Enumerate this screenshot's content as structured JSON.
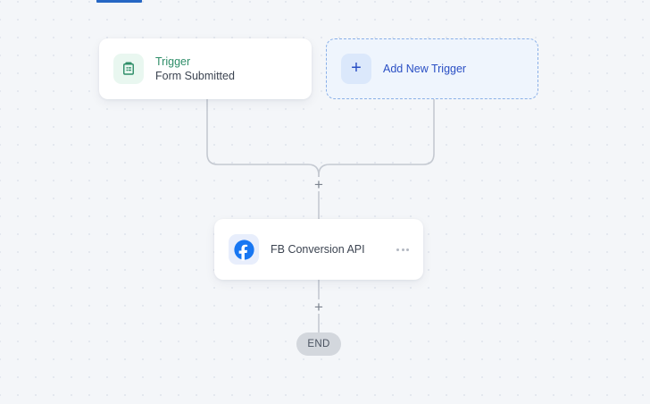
{
  "app": {
    "canvas_background": "#f4f6f9",
    "grid_dot_color": "#e4e8ef"
  },
  "tab_indicator": {
    "name": "active-tab-underline",
    "color": "#2667c4"
  },
  "workflow": {
    "trigger_node": {
      "icon": "clipboard-icon",
      "icon_color": "#2f8e69",
      "icon_background": "#e9f7f0",
      "title": "Trigger",
      "title_color": "#2f8e69",
      "subtitle": "Form Submitted"
    },
    "add_trigger_node": {
      "icon": "plus-icon",
      "label": "Add New Trigger",
      "accent_color": "#2a4fc4",
      "border_color": "#8ab0e8",
      "background": "#eff5fd",
      "plus_glyph": "+"
    },
    "action_node": {
      "icon": "facebook-icon",
      "icon_color": "#1877f2",
      "icon_background": "#e8eefc",
      "title": "FB Conversion API",
      "menu_icon": "ellipsis-icon"
    },
    "connector_plus_top": {
      "icon": "plus-icon",
      "glyph": "+"
    },
    "connector_plus_bottom": {
      "icon": "plus-icon",
      "glyph": "+"
    },
    "end_node": {
      "label": "END",
      "background": "#d3d7dd",
      "text_color": "#4a5260"
    },
    "connector_color": "#c4c9d1"
  }
}
